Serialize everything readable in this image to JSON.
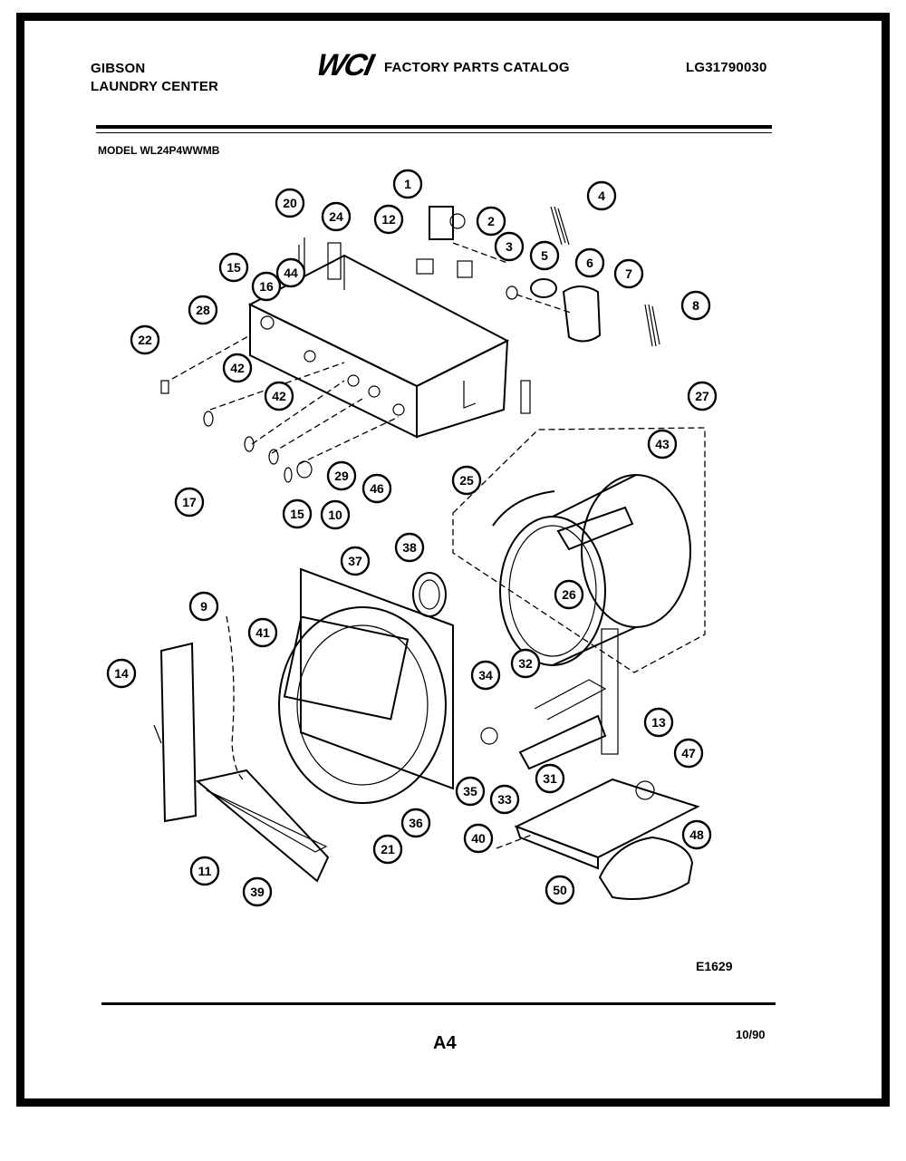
{
  "header": {
    "brand": "GIBSON",
    "product": "LAUNDRY CENTER",
    "logo": "WCI",
    "catalog_title": "FACTORY PARTS CATALOG",
    "catalog_number": "LG31790030"
  },
  "model_line": "MODEL WL24P4WWMB",
  "figure_code": "E1629",
  "page_number": "A4",
  "date": "10/90",
  "callouts": [
    "1",
    "2",
    "3",
    "4",
    "5",
    "6",
    "7",
    "8",
    "9",
    "10",
    "11",
    "12",
    "13",
    "14",
    "15",
    "15",
    "16",
    "17",
    "20",
    "21",
    "22",
    "24",
    "25",
    "26",
    "27",
    "28",
    "29",
    "31",
    "32",
    "33",
    "34",
    "35",
    "36",
    "37",
    "38",
    "39",
    "40",
    "41",
    "42",
    "42",
    "43",
    "44",
    "46",
    "47",
    "48",
    "50"
  ]
}
